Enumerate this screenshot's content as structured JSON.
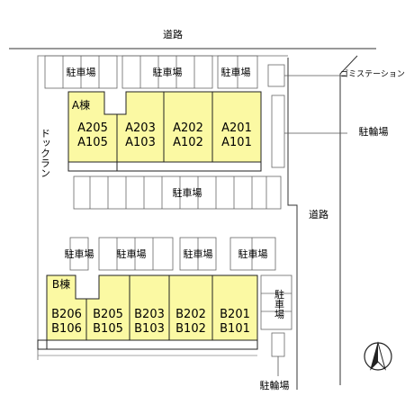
{
  "labels": {
    "road_top": "道路",
    "road_right": "道路",
    "dog_run": "ドックラン",
    "garbage_station": "ゴミステーション",
    "bicycle_parking": "駐輪場",
    "parking": "駐車場"
  },
  "building_a": {
    "name": "A棟",
    "units": [
      {
        "upper": "A205",
        "lower": "A105"
      },
      {
        "upper": "A203",
        "lower": "A103"
      },
      {
        "upper": "A202",
        "lower": "A102"
      },
      {
        "upper": "A201",
        "lower": "A101"
      }
    ]
  },
  "building_b": {
    "name": "B棟",
    "units": [
      {
        "upper": "B206",
        "lower": "B106"
      },
      {
        "upper": "B205",
        "lower": "B105"
      },
      {
        "upper": "B203",
        "lower": "B103"
      },
      {
        "upper": "B202",
        "lower": "B102"
      },
      {
        "upper": "B201",
        "lower": "B101"
      }
    ]
  },
  "colors": {
    "building_fill": "#fbf9a3",
    "line": "#333333",
    "light_line": "#888888"
  }
}
